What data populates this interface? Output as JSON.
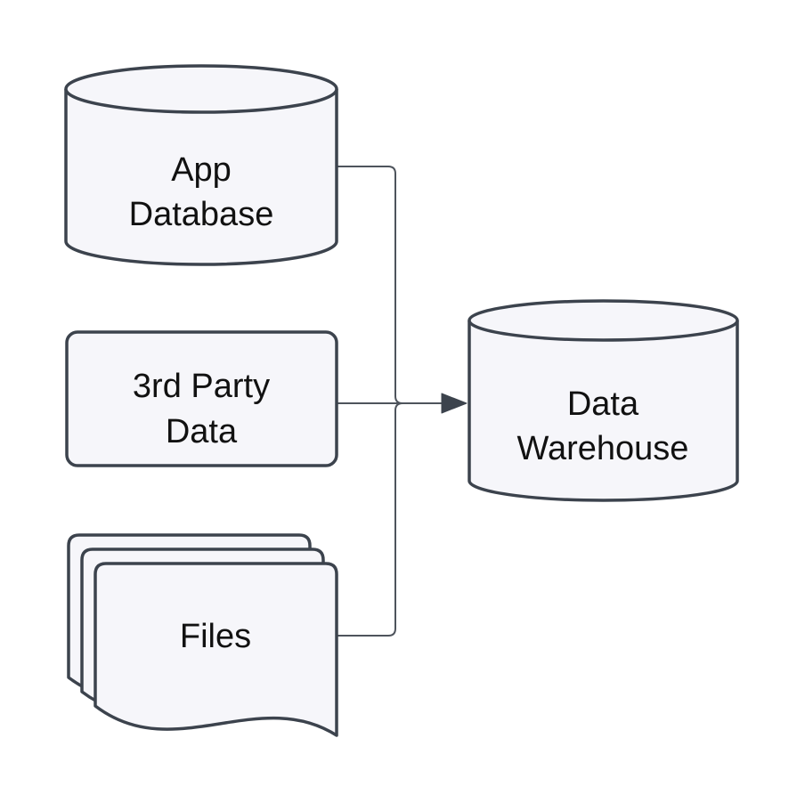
{
  "diagram": {
    "type": "flowchart",
    "direction": "left-to-right",
    "background_color": "#FFFFFF",
    "node_fill_color": "#F6F6FA",
    "node_stroke_color": "#3C434D",
    "edge_color": "#4E545C",
    "text_color": "#111111",
    "nodes": {
      "app_database": {
        "shape": "cylinder",
        "line1": "App",
        "line2": "Database"
      },
      "third_party_data": {
        "shape": "rounded-rectangle",
        "line1": "3rd Party",
        "line2": "Data"
      },
      "files": {
        "shape": "stacked-documents",
        "line1": "Files"
      },
      "data_warehouse": {
        "shape": "cylinder",
        "line1": "Data",
        "line2": "Warehouse"
      }
    },
    "edges": [
      {
        "from": "app_database",
        "to": "data_warehouse",
        "arrowhead": "shared"
      },
      {
        "from": "third_party_data",
        "to": "data_warehouse",
        "arrowhead": "filled-triangle"
      },
      {
        "from": "files",
        "to": "data_warehouse",
        "arrowhead": "shared"
      }
    ]
  }
}
